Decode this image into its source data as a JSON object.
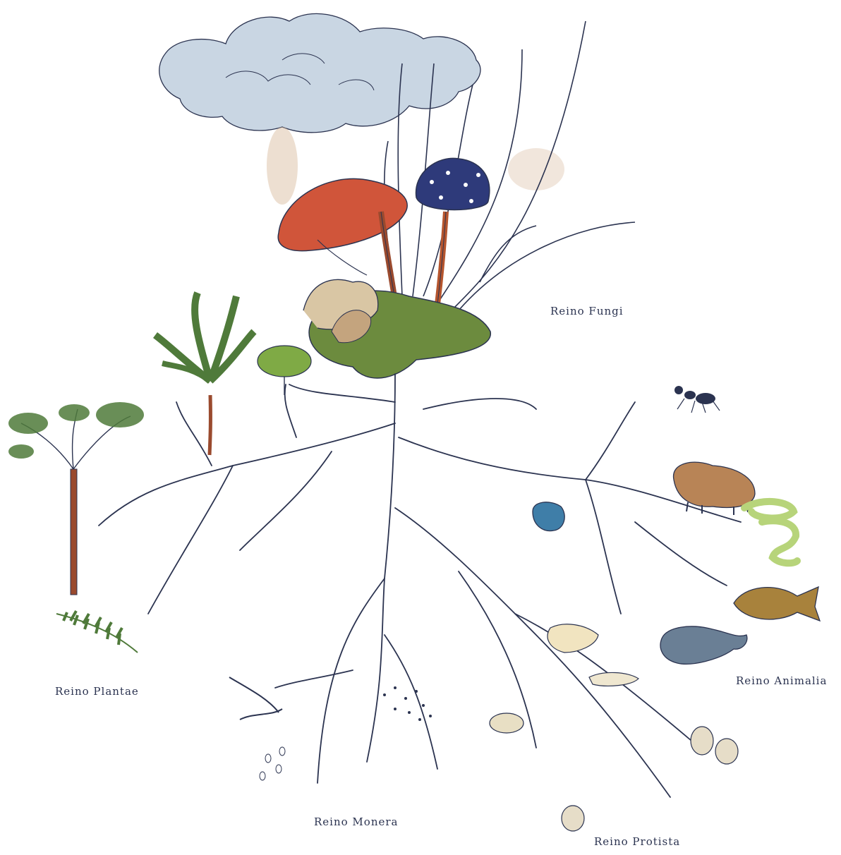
{
  "labels": {
    "fungi": "Reino Fungi",
    "plantae": "Reino Plantae",
    "animalia": "Reino Animalia",
    "monera": "Reino Monera",
    "protista": "Reino Protista"
  },
  "colors": {
    "ink": "#2b3350",
    "cloud": "#b9c8d8",
    "mushroom_red": "#d0553a",
    "mushroom_blue": "#2e3a7a",
    "moss": "#5f7a3c",
    "leaf": "#4f7a3a",
    "trunk": "#9a4a2e",
    "capybara": "#b88456",
    "frog": "#3f7ea8",
    "snake": "#b7d47a",
    "fish": "#a8823c",
    "manatee": "#6a7f95"
  },
  "icons": [
    "cloud-icon",
    "mushroom-red-icon",
    "mushroom-blue-icon",
    "moss-clump-icon",
    "tree-icon",
    "palm-icon",
    "shrub-icon",
    "fern-icon",
    "ant-icon",
    "capybara-icon",
    "frog-icon",
    "snake-icon",
    "fish-icon",
    "manatee-icon",
    "bacteria-icon",
    "protist-icon"
  ]
}
